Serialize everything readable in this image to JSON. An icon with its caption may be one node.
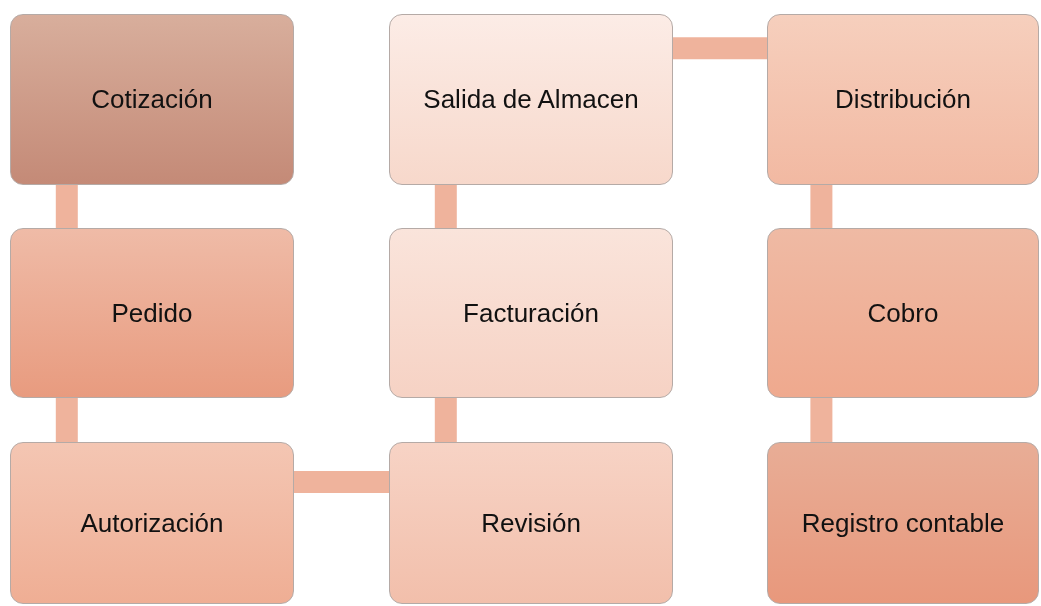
{
  "diagram": {
    "nodes": [
      {
        "text": [
          "Cotización"
        ]
      },
      {
        "text": [
          "Pedido"
        ]
      },
      {
        "text": [
          "Autorización"
        ]
      },
      {
        "text": [
          "Revisión"
        ]
      },
      {
        "text": [
          "Facturación"
        ]
      },
      {
        "text": [
          "Salida de Almacen"
        ]
      },
      {
        "text": [
          "Distribución"
        ]
      },
      {
        "text": [
          "Cobro"
        ]
      },
      {
        "text": [
          "Registro contable"
        ]
      }
    ],
    "edges": [
      {
        "from": 0,
        "to": 1,
        "arrow": "none"
      },
      {
        "from": 1,
        "to": 2,
        "arrow": "none"
      },
      {
        "from": 2,
        "to": 3,
        "arrow": "none"
      },
      {
        "from": 3,
        "to": 4,
        "arrow": "none"
      },
      {
        "from": 4,
        "to": 5,
        "arrow": "none"
      },
      {
        "from": 5,
        "to": 6,
        "arrow": "none"
      },
      {
        "from": 6,
        "to": 7,
        "arrow": "none"
      },
      {
        "from": 7,
        "to": 8,
        "arrow": "none"
      }
    ]
  }
}
